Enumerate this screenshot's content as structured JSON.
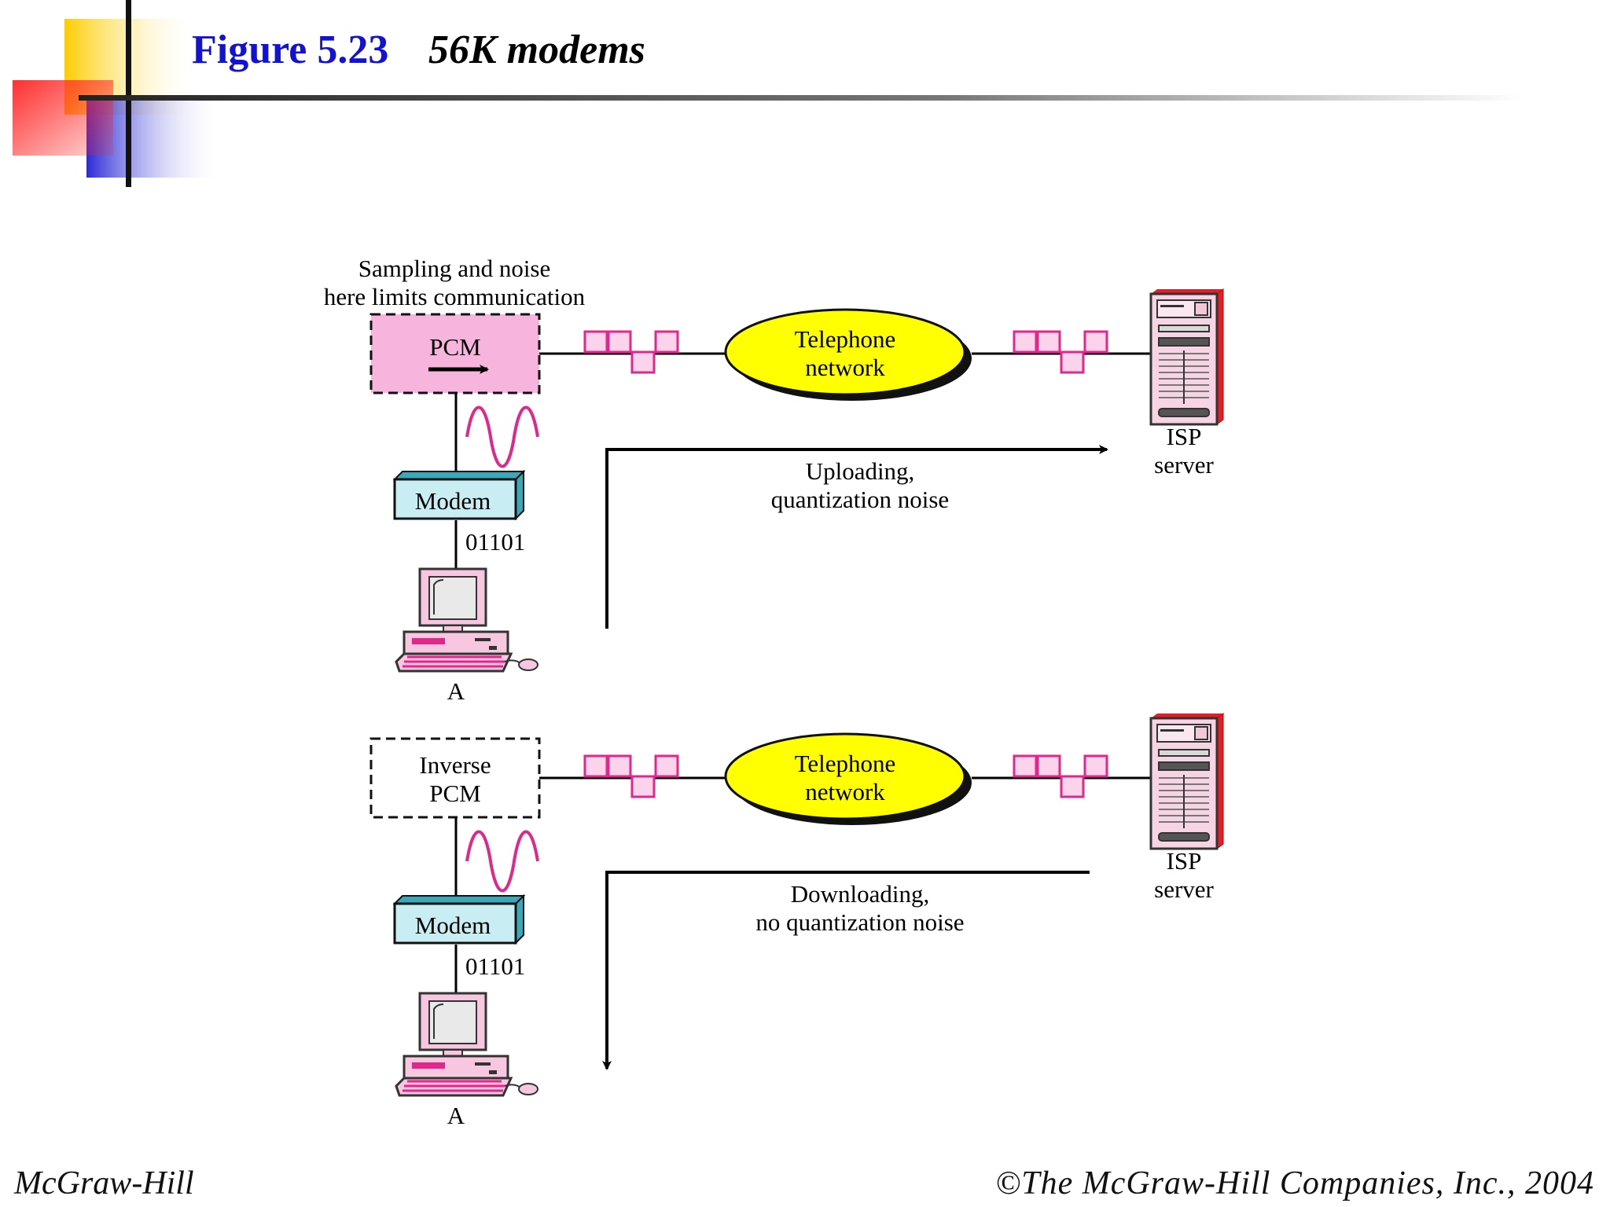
{
  "slide": {
    "figure_number": "Figure 5.23",
    "figure_title": "56K modems",
    "footer_left": "McGraw-Hill",
    "footer_right": "©The McGraw-Hill Companies, Inc., 2004"
  },
  "colors": {
    "title_blue": "#1212d6",
    "pcm_box_fill": "#f7b4dc",
    "signal_magenta": "#e0288c",
    "telephone_network_fill": "#ffff00",
    "modem_fill": "#c8eef3",
    "server_red": "#e41e26",
    "deco_yellow": "#ffcc00",
    "deco_red": "#ff2a2a",
    "deco_blue": "#2a2ad6"
  },
  "upload_panel": {
    "note_line1": "Sampling and noise",
    "note_line2": "here limits communication",
    "pcm_label": "PCM",
    "network_line1": "Telephone",
    "network_line2": "network",
    "server_line1": "ISP",
    "server_line2": "server",
    "modem_label": "Modem",
    "bits": "01101",
    "computer_label": "A",
    "flow_line1": "Uploading,",
    "flow_line2": "quantization noise"
  },
  "download_panel": {
    "pcm_line1": "Inverse",
    "pcm_line2": "PCM",
    "network_line1": "Telephone",
    "network_line2": "network",
    "server_line1": "ISP",
    "server_line2": "server",
    "modem_label": "Modem",
    "bits": "01101",
    "computer_label": "A",
    "flow_line1": "Downloading,",
    "flow_line2": "no quantization noise"
  }
}
